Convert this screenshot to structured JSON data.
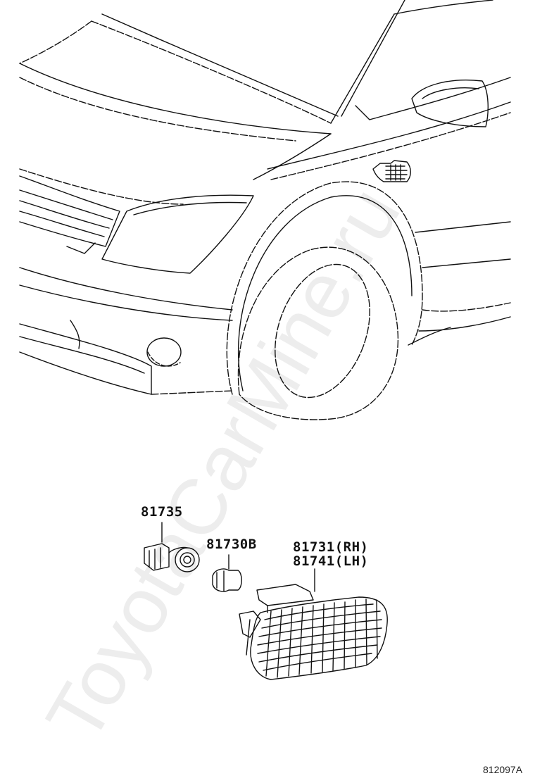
{
  "labels": {
    "socket": "81735",
    "bulb": "81730B",
    "lamp_rh": "81731(RH)",
    "lamp_lh": "81741(LH)"
  },
  "diagram_ref": "812097A",
  "watermark": "ToyotaCarMine.ru",
  "colors": {
    "line": "#111111",
    "watermark": "#000000"
  }
}
